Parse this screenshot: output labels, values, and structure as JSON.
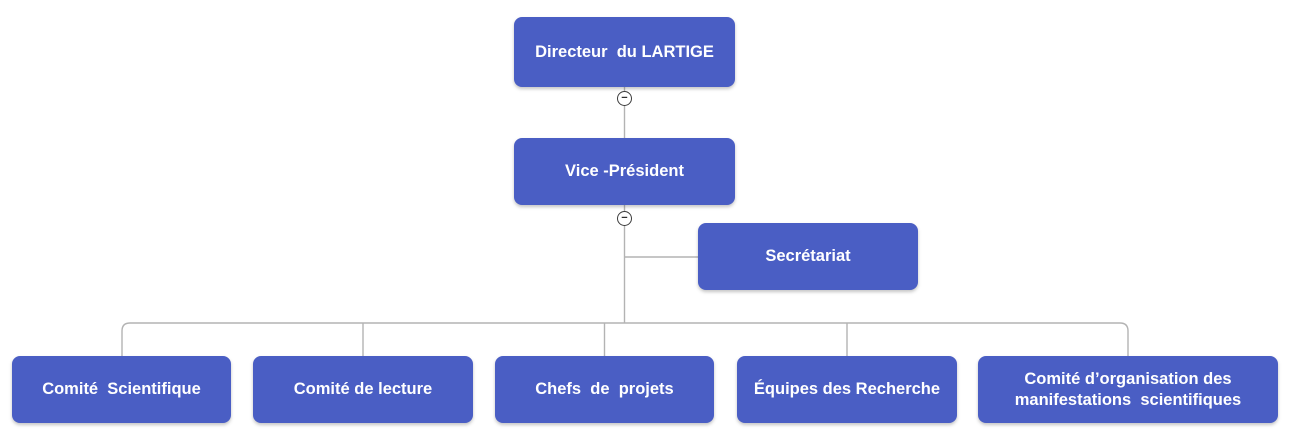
{
  "chart": {
    "type": "org-chart",
    "background": "#ffffff",
    "node_fill": "#4a5ec4",
    "node_text_color": "#ffffff",
    "connector_color": "#b3b3b3",
    "nodes": {
      "directeur": {
        "label": "Directeur  du LARTIGE"
      },
      "vice_president": {
        "label": "Vice -Président"
      },
      "secretariat": {
        "label": "Secrétariat"
      },
      "comite_scientifique": {
        "label": "Comité  Scientifique"
      },
      "comite_de_lecture": {
        "label": "Comité de lecture"
      },
      "chefs_de_projets": {
        "label": "Chefs  de  projets"
      },
      "equipes_des_recherche": {
        "label": "Équipes des Recherche"
      },
      "comite_organisation": {
        "label": "Comité d’organisation des\nmanifestations  scientifiques"
      }
    },
    "hierarchy": {
      "root": "Directeur  du LARTIGE",
      "children_of_root": [
        "Vice -Président"
      ],
      "children_of_vice_president": [
        "Secrétariat",
        "Comité  Scientifique",
        "Comité de lecture",
        "Chefs  de  projets",
        "Équipes des Recherche",
        "Comité d’organisation des manifestations  scientifiques"
      ]
    },
    "toggles": {
      "directeur": {
        "symbol": "−"
      },
      "vice_president": {
        "symbol": "−"
      }
    }
  }
}
